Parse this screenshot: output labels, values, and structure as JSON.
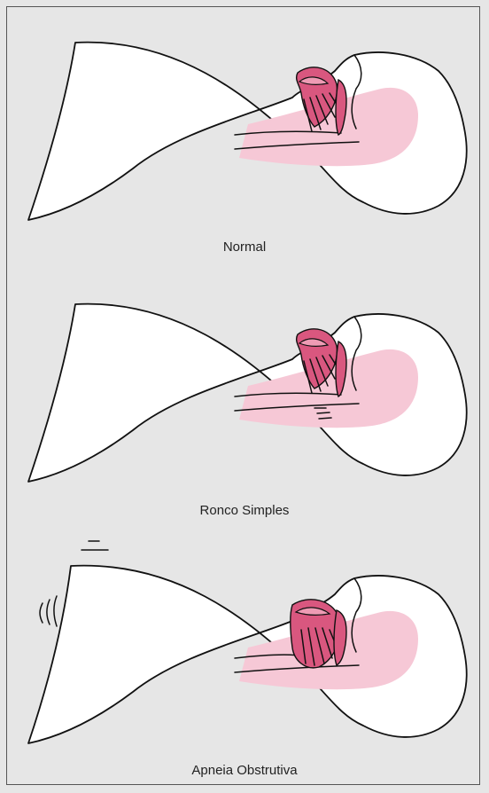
{
  "panels": [
    {
      "id": "normal",
      "caption": "Normal"
    },
    {
      "id": "ronco",
      "caption": "Ronco Simples"
    },
    {
      "id": "apneia",
      "caption": "Apneia Obstrutiva"
    }
  ],
  "colors": {
    "background": "#e6e6e6",
    "airway_soft_tissue": "#f6c8d6",
    "tissue": "#d9577f"
  }
}
